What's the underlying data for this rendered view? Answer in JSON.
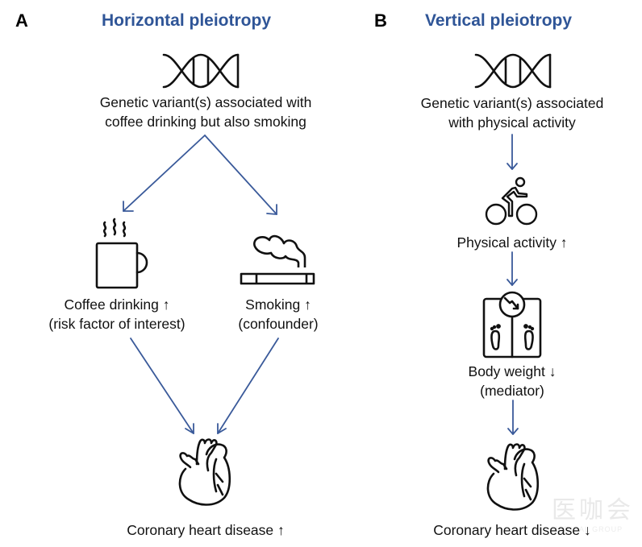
{
  "panel_a": {
    "letter": "A",
    "title": "Horizontal pleiotropy",
    "variant_label_line1": "Genetic variant(s) associated with",
    "variant_label_line2": "coffee drinking but also smoking",
    "coffee_label_line1": "Coffee drinking ↑",
    "coffee_label_line2": "(risk factor of interest)",
    "smoking_label_line1": "Smoking ↑",
    "smoking_label_line2": "(confounder)",
    "outcome_label": "Coronary heart disease ↑",
    "icons": [
      "dna-icon",
      "coffee-mug-icon",
      "cigarette-icon",
      "heart-icon"
    ]
  },
  "panel_b": {
    "letter": "B",
    "title": "Vertical pleiotropy",
    "variant_label_line1": "Genetic variant(s) associated",
    "variant_label_line2": "with physical activity",
    "activity_label": "Physical activity ↑",
    "weight_label_line1": "Body weight ↓",
    "weight_label_line2": "(mediator)",
    "outcome_label": "Coronary heart disease ↓",
    "icons": [
      "dna-icon",
      "cyclist-icon",
      "weight-scale-icon",
      "heart-icon"
    ]
  },
  "colors": {
    "title": "#2F5597",
    "arrow": "#3A5A9A",
    "icon_stroke": "#111111"
  },
  "watermark": {
    "text": "医咖会",
    "subtext": "MEDICAL GROUP"
  }
}
